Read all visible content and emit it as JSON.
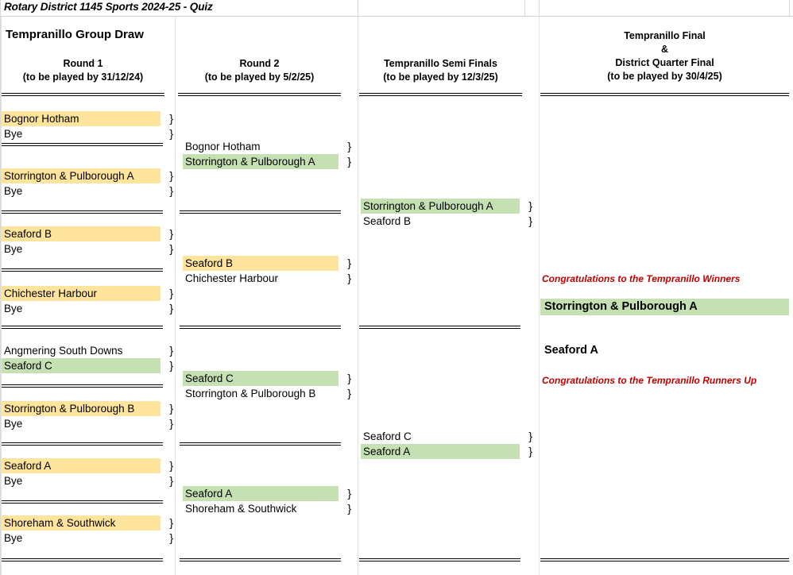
{
  "document": {
    "title": "Rotary District 1145 Sports 2024-25 - Quiz",
    "group_title": "Tempranillo Group Draw"
  },
  "colors": {
    "highlight_yellow": "#FFE49E",
    "highlight_green": "#C5E0B3",
    "congrats_red": "#C00000"
  },
  "columns": [
    {
      "name": "round1",
      "title": "Round 1",
      "deadline": "(to be played by 31/12/24)"
    },
    {
      "name": "round2",
      "title": "Round 2",
      "deadline": "(to be played by 5/2/25)"
    },
    {
      "name": "semifinals",
      "title": "Tempranillo Semi Finals",
      "deadline": "(to be played by 12/3/25)"
    },
    {
      "name": "final",
      "title_line1": "Tempranillo Final",
      "title_line2": "&",
      "title_line3": "District Quarter Final",
      "deadline": "(to be played by 30/4/25)"
    }
  ],
  "round1": {
    "matches": [
      {
        "teams": [
          {
            "label": "Bognor Hotham",
            "highlight": "yellow"
          },
          {
            "label": "Bye",
            "highlight": "none"
          }
        ]
      },
      {
        "teams": [
          {
            "label": "Storrington & Pulborough A",
            "highlight": "yellow"
          },
          {
            "label": "Bye",
            "highlight": "none"
          }
        ]
      },
      {
        "teams": [
          {
            "label": "Seaford B",
            "highlight": "yellow"
          },
          {
            "label": "Bye",
            "highlight": "none"
          }
        ]
      },
      {
        "teams": [
          {
            "label": "Chichester Harbour",
            "highlight": "yellow"
          },
          {
            "label": "Bye",
            "highlight": "none"
          }
        ]
      },
      {
        "teams": [
          {
            "label": "Angmering South Downs",
            "highlight": "none"
          },
          {
            "label": "Seaford C",
            "highlight": "green"
          }
        ]
      },
      {
        "teams": [
          {
            "label": "Storrington & Pulborough B",
            "highlight": "yellow"
          },
          {
            "label": "Bye",
            "highlight": "none"
          }
        ]
      },
      {
        "teams": [
          {
            "label": "Seaford A",
            "highlight": "yellow"
          },
          {
            "label": "Bye",
            "highlight": "none"
          }
        ]
      },
      {
        "teams": [
          {
            "label": "Shoreham & Southwick",
            "highlight": "yellow"
          },
          {
            "label": "Bye",
            "highlight": "none"
          }
        ]
      }
    ]
  },
  "round2": {
    "matches": [
      {
        "teams": [
          {
            "label": "Bognor Hotham",
            "highlight": "none"
          },
          {
            "label": "Storrington & Pulborough A",
            "highlight": "green"
          }
        ]
      },
      {
        "teams": [
          {
            "label": "Seaford B",
            "highlight": "yellow"
          },
          {
            "label": "Chichester Harbour",
            "highlight": "none"
          }
        ]
      },
      {
        "teams": [
          {
            "label": "Seaford C",
            "highlight": "green"
          },
          {
            "label": "Storrington & Pulborough B",
            "highlight": "none"
          }
        ]
      },
      {
        "teams": [
          {
            "label": "Seaford A",
            "highlight": "green"
          },
          {
            "label": "Shoreham & Southwick",
            "highlight": "none"
          }
        ]
      }
    ]
  },
  "semifinals": {
    "matches": [
      {
        "teams": [
          {
            "label": "Storrington & Pulborough A",
            "highlight": "green"
          },
          {
            "label": "Seaford B",
            "highlight": "none"
          }
        ]
      },
      {
        "teams": [
          {
            "label": "Seaford C",
            "highlight": "none"
          },
          {
            "label": "Seaford A",
            "highlight": "green"
          }
        ]
      }
    ]
  },
  "final": {
    "winners_caption": "Congratulations to the Tempranillo Winners",
    "winner": {
      "label": "Storrington & Pulborough A",
      "highlight": "green"
    },
    "runner_up": {
      "label": "Seaford A",
      "highlight": "none"
    },
    "runners_up_caption": "Congratulations to the Tempranillo Runners Up"
  },
  "brace": "}"
}
